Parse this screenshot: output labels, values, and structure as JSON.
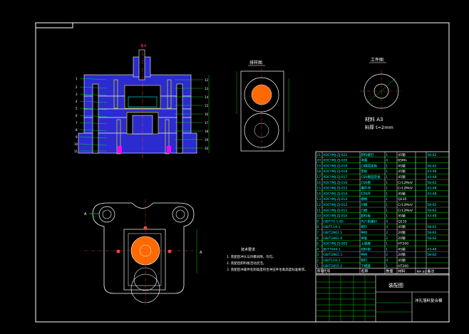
{
  "drawing": {
    "section_mark": "A-A",
    "section_arrow_label": "A",
    "layout_title": "排样图",
    "part_title": "工件图",
    "material_line": "材料 A3",
    "thickness_line": "料厚 t=2mm",
    "tech_req_title": "技术要求",
    "tech_req": [
      "1. 装配后冲头与凹模间隙，均匀。",
      "2. 装配后卸料板活动灵活。",
      "3. 装配后冲裁件毛刺高度符合冲压件毛刺高度标准要求。"
    ],
    "callouts_left": [
      "1",
      "2",
      "3",
      "4",
      "5",
      "6",
      "7",
      "8",
      "9",
      "10",
      "11"
    ],
    "callouts_right": [
      "12",
      "13",
      "14",
      "15",
      "16",
      "17",
      "18",
      "19",
      "20"
    ]
  },
  "bom": {
    "rows": [
      {
        "no": "21",
        "code": "XDCYMJ.ZJ-021",
        "name": "卸料螺钉",
        "qty": "1",
        "mat": "45钢",
        "note": "58-62"
      },
      {
        "no": "20",
        "code": "XDCYMJ.ZJ-020",
        "name": "弹簧",
        "qty": "4",
        "mat": "65Mn",
        "note": ""
      },
      {
        "no": "19",
        "code": "XDCYMJ.ZJ-019",
        "name": "凸模固定板",
        "qty": "1",
        "mat": "45钢",
        "note": "58-62"
      },
      {
        "no": "18",
        "code": "XDCYMJ.ZJ-018",
        "name": "垫板",
        "qty": "1",
        "mat": "45钢",
        "note": "43-48"
      },
      {
        "no": "17",
        "code": "XDCYMJ.ZJ-017",
        "name": "凸凹模固定板",
        "qty": "1",
        "mat": "45钢",
        "note": "43-48"
      },
      {
        "no": "16",
        "code": "XDCYMJ.ZJ-016",
        "name": "凸凹模",
        "qty": "1",
        "mat": "Cr12MoV",
        "note": "58-62"
      },
      {
        "no": "15",
        "code": "XDCYMJ.ZJ-015",
        "name": "推件块",
        "qty": "1",
        "mat": "Cr12MoV",
        "note": "43-48"
      },
      {
        "no": "14",
        "code": "XDCYMJ.ZJ-014",
        "name": "打料杆",
        "qty": "1",
        "mat": "45钢",
        "note": "43-48"
      },
      {
        "no": "13",
        "code": "XDCYMJ.ZJ-013",
        "name": "模柄",
        "qty": "1",
        "mat": "Q235",
        "note": ""
      },
      {
        "no": "12",
        "code": "XDCYMJ.ZJ-012",
        "name": "凹模",
        "qty": "1",
        "mat": "Cr12MoV",
        "note": "58-62"
      },
      {
        "no": "11",
        "code": "XDCYMJ.ZJ-011",
        "name": "凸模",
        "qty": "1",
        "mat": "Cr12MoV",
        "note": "58-62"
      },
      {
        "no": "10",
        "code": "XDCYMJ.ZJ-010",
        "name": "卸料板",
        "qty": "1",
        "mat": "45钢",
        "note": "43-48"
      },
      {
        "no": "9",
        "code": "GB/T70.1-85",
        "name": "内六角螺钉",
        "qty": "4",
        "mat": "Q235",
        "note": ""
      },
      {
        "no": "8",
        "code": "GB/T119.1",
        "name": "销钉",
        "qty": "4",
        "mat": "45钢",
        "note": "58-62"
      },
      {
        "no": "7",
        "code": "GB/T2861.1",
        "name": "导柱",
        "qty": "2",
        "mat": "20钢",
        "note": "58-62"
      },
      {
        "no": "6",
        "code": "GB/T2861.6",
        "name": "导套",
        "qty": "2",
        "mat": "20钢",
        "note": "58-62"
      },
      {
        "no": "5",
        "code": "XDCYMJ.ZJ-005",
        "name": "上模座",
        "qty": "1",
        "mat": "HT200",
        "note": ""
      },
      {
        "no": "4",
        "code": "JB/T7644.1",
        "name": "挡料销",
        "qty": "1",
        "mat": "45钢",
        "note": "43-48"
      },
      {
        "no": "3",
        "code": "GB/T2861.1",
        "name": "导柱",
        "qty": "2",
        "mat": "20钢",
        "note": "58-62"
      },
      {
        "no": "2",
        "code": "GB/T119.1",
        "name": "销钉",
        "qty": "4",
        "mat": "45钢",
        "note": ""
      },
      {
        "no": "1",
        "code": "GB/T2855.2",
        "name": "下模座",
        "qty": "1",
        "mat": "HT200",
        "note": ""
      }
    ],
    "header": {
      "no": "序号",
      "code": "代号",
      "name": "名称",
      "qty": "数量",
      "mat": "材料",
      "weight": "单件 总计",
      "note": "备注"
    }
  },
  "title_block": {
    "drawing_name": "装配图",
    "product_name": "冲孔落料复合模"
  }
}
